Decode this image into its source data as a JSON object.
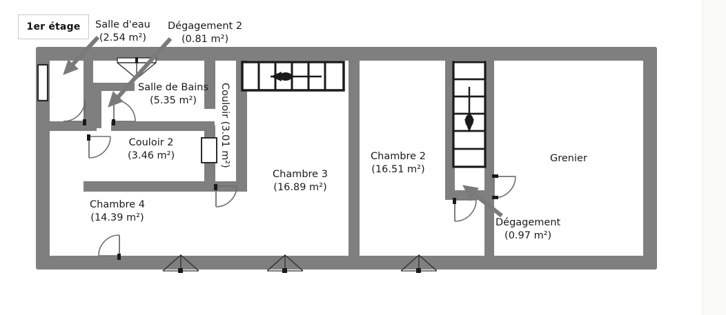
{
  "plan": {
    "floor_badge": "1er étage",
    "wall_color": "#7f7f7f",
    "stroke_color": "#1a1a1a",
    "background": "#ffffff",
    "rooms": [
      {
        "id": "salle-d-eau",
        "name": "Salle d'eau",
        "area": "(2.54 m²)",
        "label_style": "leader"
      },
      {
        "id": "degagement-2",
        "name": "Dégagement 2",
        "area": "(0.81 m²)",
        "label_style": "leader"
      },
      {
        "id": "salle-de-bains",
        "name": "Salle de Bains",
        "area": "(5.35 m²)",
        "label_style": "leader"
      },
      {
        "id": "couloir",
        "name": "Couloir",
        "area": "(3.01 m²)",
        "label_style": "vertical"
      },
      {
        "id": "couloir-2",
        "name": "Couloir 2",
        "area": "(3.46 m²)",
        "label_style": "inside"
      },
      {
        "id": "chambre-4",
        "name": "Chambre 4",
        "area": "(14.39 m²)",
        "label_style": "inside"
      },
      {
        "id": "chambre-3",
        "name": "Chambre 3",
        "area": "(16.89 m²)",
        "label_style": "inside"
      },
      {
        "id": "chambre-2",
        "name": "Chambre 2",
        "area": "(16.51 m²)",
        "label_style": "inside"
      },
      {
        "id": "grenier",
        "name": "Grenier",
        "area": "",
        "label_style": "inside"
      },
      {
        "id": "degagement",
        "name": "Dégagement",
        "area": "(0.97 m²)",
        "label_style": "leader"
      }
    ],
    "couloir_vertical_label": "Couloir (3.01 m²)",
    "features": {
      "staircase_top": "stair-run-horizontal-with-up-arrow",
      "staircase_right": "stair-run-vertical-with-down-arrow",
      "windows": 5,
      "doors": 8,
      "leader_arrows": 4
    }
  }
}
